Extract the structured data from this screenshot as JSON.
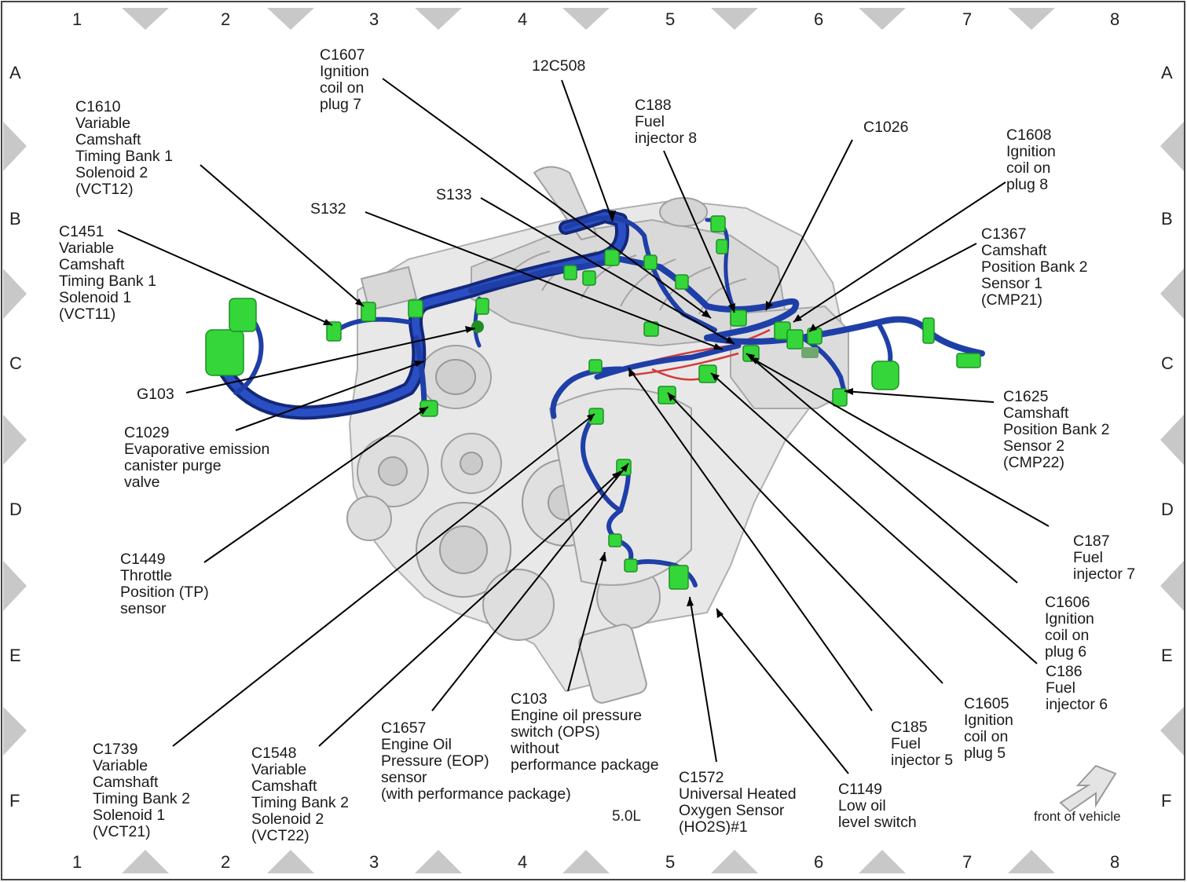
{
  "grid": {
    "columns": [
      "1",
      "2",
      "3",
      "4",
      "5",
      "6",
      "7",
      "8"
    ],
    "rows": [
      "A",
      "B",
      "C",
      "D",
      "E",
      "F"
    ]
  },
  "labels": [
    {
      "id": "c1607",
      "text": "C1607\nIgnition\ncoil on\nplug 7"
    },
    {
      "id": "12c508",
      "text": "12C508"
    },
    {
      "id": "c1610",
      "text": "C1610\nVariable\nCamshaft\nTiming Bank 1\nSolenoid 2\n(VCT12)"
    },
    {
      "id": "c188",
      "text": "C188\nFuel\ninjector 8"
    },
    {
      "id": "c1026",
      "text": "C1026"
    },
    {
      "id": "c1608",
      "text": "C1608\nIgnition\ncoil on\nplug 8"
    },
    {
      "id": "s133",
      "text": "S133"
    },
    {
      "id": "s132",
      "text": "S132"
    },
    {
      "id": "c1451",
      "text": "C1451\nVariable\nCamshaft\nTiming Bank 1\nSolenoid 1\n(VCT11)"
    },
    {
      "id": "c1367",
      "text": "C1367\nCamshaft\nPosition Bank 2\nSensor 1\n(CMP21)"
    },
    {
      "id": "g103",
      "text": "G103"
    },
    {
      "id": "c1625",
      "text": "C1625\nCamshaft\nPosition Bank 2\nSensor 2\n(CMP22)"
    },
    {
      "id": "c1029",
      "text": "C1029\nEvaporative emission\ncanister purge\nvalve"
    },
    {
      "id": "c187",
      "text": "C187\nFuel\ninjector 7"
    },
    {
      "id": "c1449",
      "text": "C1449\nThrottle\nPosition (TP)\nsensor"
    },
    {
      "id": "c1606",
      "text": "C1606\nIgnition\ncoil on\nplug 6"
    },
    {
      "id": "c186",
      "text": "C186\nFuel\ninjector 6"
    },
    {
      "id": "c103",
      "text": "C103\nEngine oil pressure\nswitch (OPS)\nwithout\nperformance package"
    },
    {
      "id": "c1605",
      "text": "C1605\nIgnition\ncoil on\nplug 5"
    },
    {
      "id": "c185",
      "text": "C185\nFuel\ninjector 5"
    },
    {
      "id": "c1657",
      "text": "C1657\nEngine Oil\nPressure (EOP)\nsensor\n(with performance package)"
    },
    {
      "id": "c1739",
      "text": "C1739\nVariable\nCamshaft\nTiming Bank 2\nSolenoid 1\n(VCT21)"
    },
    {
      "id": "c1548",
      "text": "C1548\nVariable\nCamshaft\nTiming Bank 2\nSolenoid 2\n(VCT22)"
    },
    {
      "id": "c1572",
      "text": "C1572\nUniversal Heated\nOxygen Sensor\n(HO2S)#1"
    },
    {
      "id": "c1149",
      "text": "C1149\nLow oil\nlevel switch"
    }
  ],
  "engine_label": "5.0L",
  "front_label": "front of vehicle",
  "colors": {
    "harness": "#1f3fa8",
    "harness_dark": "#14287a",
    "connector": "#35d63a",
    "connector_dark": "#1f8f25",
    "red_wire": "#d43a3a",
    "engine": "#e6e6e6",
    "engine_shade": "#bdbdbd",
    "border_mark": "#c8c8c8"
  }
}
